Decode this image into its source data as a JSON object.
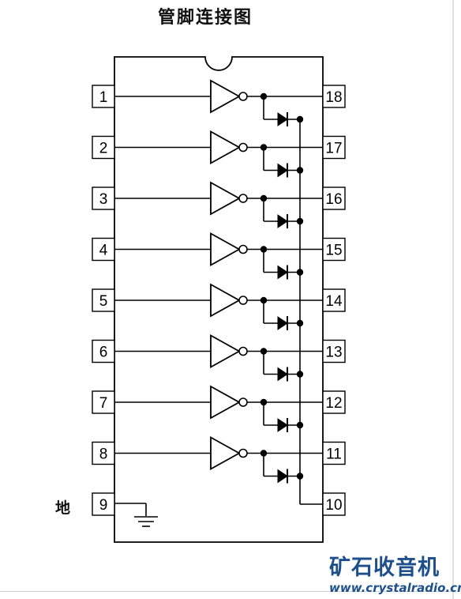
{
  "title": "管脚连接图",
  "ground_label": "地",
  "left_pins": [
    "1",
    "2",
    "3",
    "4",
    "5",
    "6",
    "7",
    "8",
    "9"
  ],
  "right_pins": [
    "18",
    "17",
    "16",
    "15",
    "14",
    "13",
    "12",
    "11",
    "10"
  ],
  "watermark": {
    "name": "矿石收音机",
    "url": "www.crystalradio.cn"
  }
}
